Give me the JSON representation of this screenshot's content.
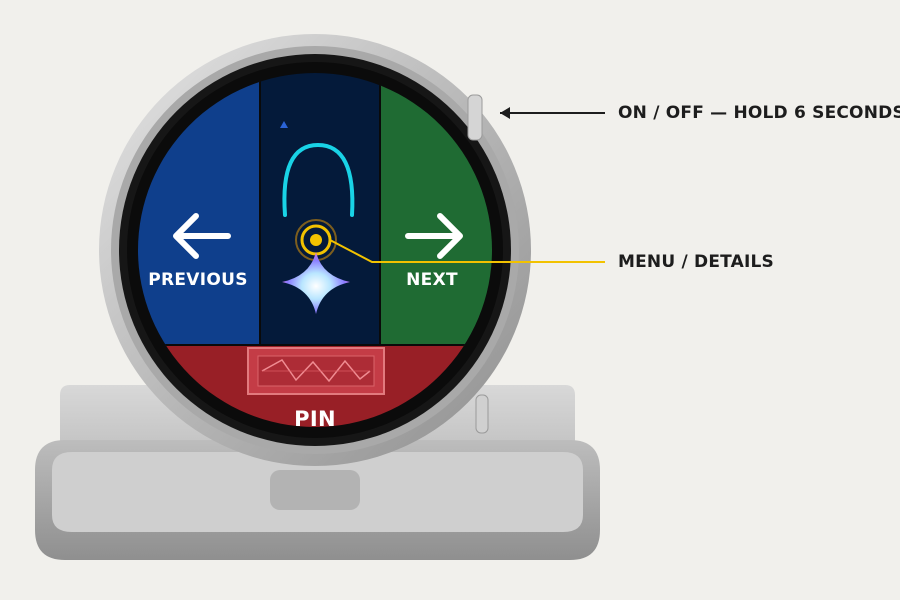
{
  "screen": {
    "zones": {
      "previous": {
        "label": "PREVIOUS",
        "color": "#0f3f8c",
        "arrow_icon": "arrow-left-icon"
      },
      "next": {
        "label": "NEXT",
        "color": "#1f6b33",
        "arrow_icon": "arrow-right-icon"
      },
      "center": {
        "color": "#041a3a",
        "indicator_icon": "up-triangle-icon",
        "hint_icon": "swipe-up-arc-icon",
        "logo_icon": "four-point-sparkle-icon",
        "target_icon": "target-ring-icon"
      },
      "pin": {
        "label": "PIN",
        "color": "#981f26",
        "thumbnail_icon": "waveform-thumbnail-icon"
      }
    }
  },
  "callouts": {
    "power": {
      "label": "ON / OFF — HOLD 6 SECONDS",
      "line_color": "#1d1d1d"
    },
    "menu": {
      "label": "MENU / DETAILS",
      "line_color": "#f2c200"
    }
  },
  "colors": {
    "background": "#f1f0ec",
    "bezel": "#c9c9c9",
    "screen_border": "#0b0b0b",
    "accent_cyan": "#19d3e6",
    "accent_yellow": "#f2c200"
  }
}
